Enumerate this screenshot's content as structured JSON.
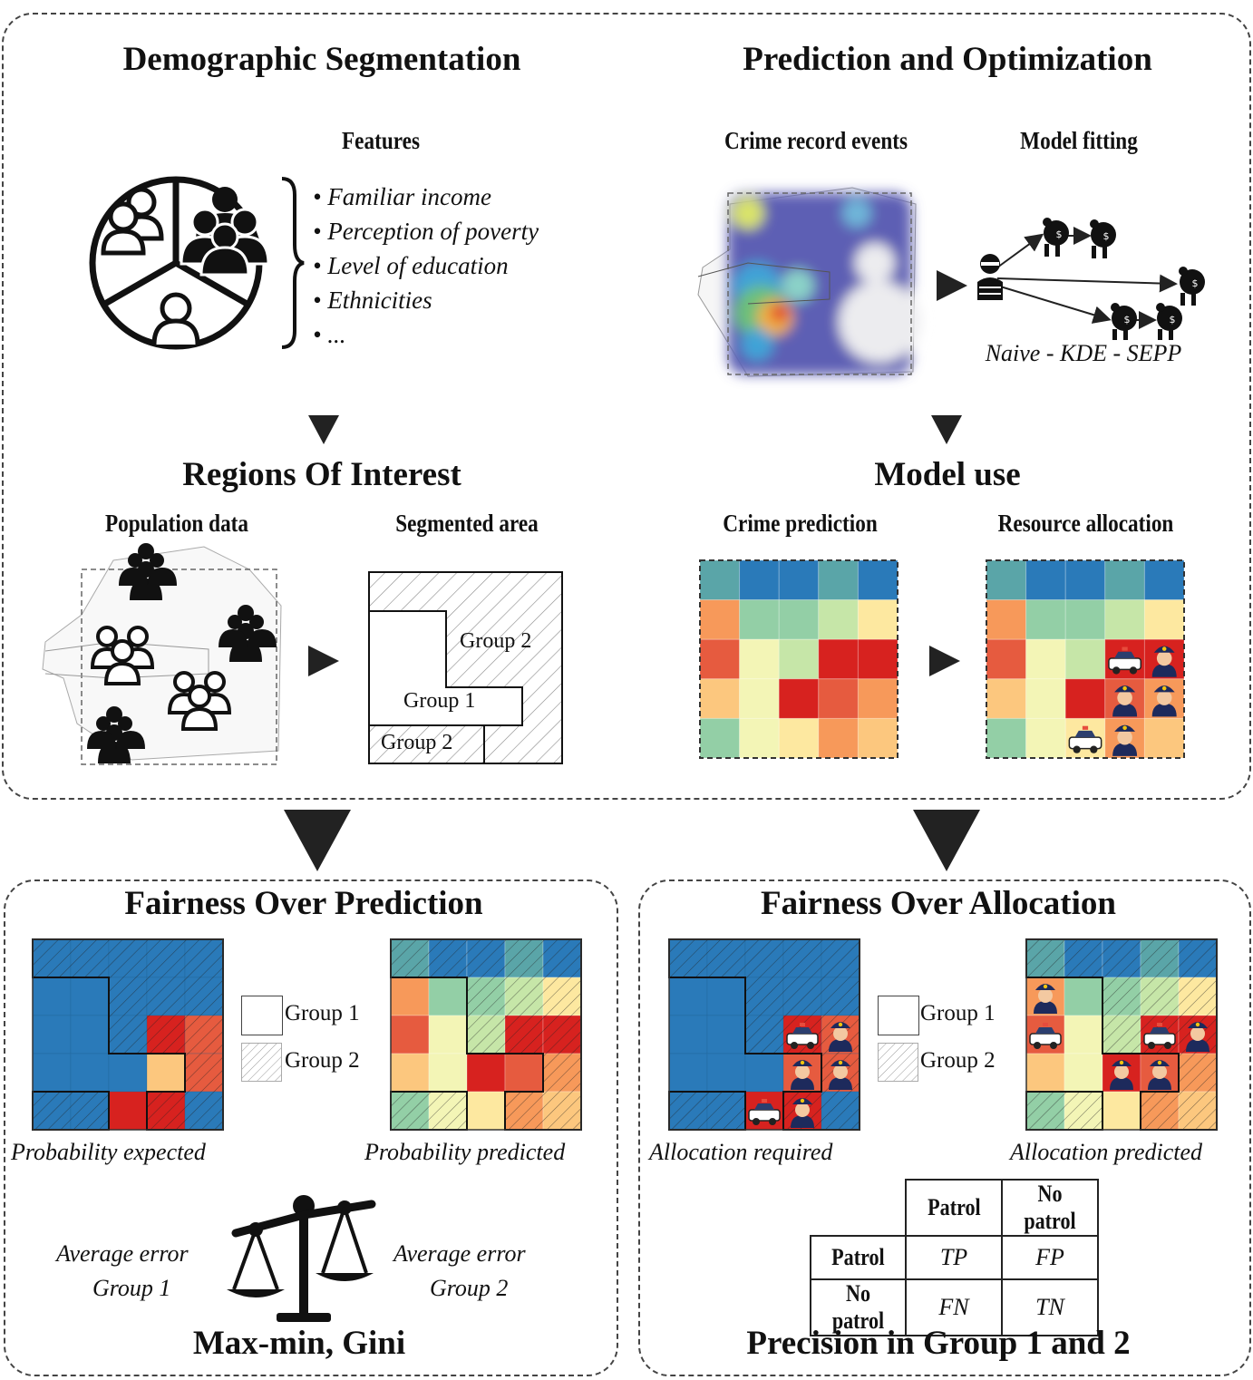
{
  "top": {
    "segmentation": {
      "title": "Demographic Segmentation",
      "features_label": "Features",
      "features": [
        "• Familiar income",
        "• Perception of poverty",
        "• Level of education",
        "• Ethnicities",
        "• ..."
      ]
    },
    "prediction": {
      "title": "Prediction and Optimization",
      "crime_events_label": "Crime record events",
      "model_fitting_label": "Model fitting",
      "models_text": "Naive - KDE - SEPP"
    },
    "roi": {
      "title": "Regions Of Interest",
      "population_label": "Population data",
      "segmented_label": "Segmented area",
      "group1": "Group 1",
      "group2_top": "Group 2",
      "group2_bottom": "Group 2"
    },
    "model_use": {
      "title": "Model use",
      "crime_prediction_label": "Crime prediction",
      "resource_allocation_label": "Resource allocation"
    }
  },
  "fairness_prediction": {
    "title": "Fairness Over Prediction",
    "legend": {
      "group1": "Group 1",
      "group2": "Group 2"
    },
    "caption_expected": "Probability expected",
    "caption_predicted": "Probability predicted",
    "error_left_line1": "Average error",
    "error_left_line2": "Group 1",
    "error_right_line1": "Average error",
    "error_right_line2": "Group 2",
    "metric": "Max-min, Gini"
  },
  "fairness_allocation": {
    "title": "Fairness Over Allocation",
    "legend": {
      "group1": "Group 1",
      "group2": "Group 2"
    },
    "caption_required": "Allocation required",
    "caption_predicted": "Allocation predicted",
    "confusion": {
      "col_headers": [
        "Patrol",
        "No patrol"
      ],
      "row_headers": [
        "Patrol",
        "No patrol"
      ],
      "cells": [
        [
          "TP",
          "FP"
        ],
        [
          "FN",
          "TN"
        ]
      ]
    },
    "metric": "Precision in Group 1 and 2"
  },
  "colors": {
    "dark_blue": "#2a7ab9",
    "teal": "#5aa5a8",
    "mint": "#93cfa6",
    "light_green": "#c6e6a8",
    "pale_yellow": "#f3f5b6",
    "yellow": "#fde8a0",
    "light_orange": "#fcc77e",
    "orange": "#f7995a",
    "red_orange": "#e65b3f",
    "red": "#d7221f"
  },
  "grids": {
    "crime_prediction": [
      [
        "teal",
        "dark_blue",
        "dark_blue",
        "teal",
        "dark_blue"
      ],
      [
        "orange",
        "mint",
        "mint",
        "light_green",
        "yellow"
      ],
      [
        "red_orange",
        "pale_yellow",
        "light_green",
        "red",
        "red"
      ],
      [
        "light_orange",
        "pale_yellow",
        "red",
        "red_orange",
        "orange"
      ],
      [
        "mint",
        "pale_yellow",
        "yellow",
        "orange",
        "light_orange"
      ]
    ],
    "probability_expected": [
      [
        "dark_blue",
        "dark_blue",
        "dark_blue",
        "dark_blue",
        "dark_blue"
      ],
      [
        "dark_blue",
        "dark_blue",
        "dark_blue",
        "dark_blue",
        "dark_blue"
      ],
      [
        "dark_blue",
        "dark_blue",
        "dark_blue",
        "red",
        "red_orange"
      ],
      [
        "dark_blue",
        "dark_blue",
        "dark_blue",
        "light_orange",
        "red_orange"
      ],
      [
        "dark_blue",
        "dark_blue",
        "red",
        "red",
        "dark_blue"
      ]
    ]
  }
}
